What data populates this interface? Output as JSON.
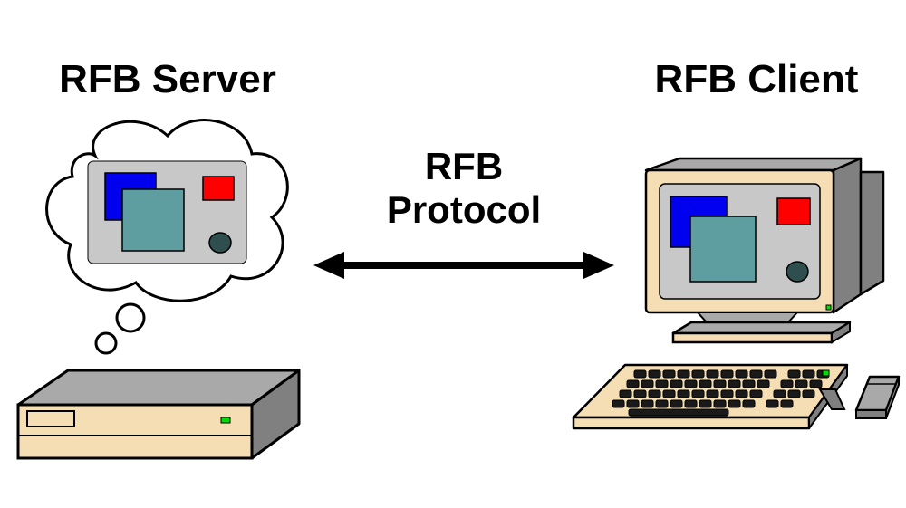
{
  "labels": {
    "server": "RFB Server",
    "client": "RFB Client",
    "protocol_line1": "RFB",
    "protocol_line2": "Protocol"
  },
  "colors": {
    "tan": "#f5deb3",
    "screen_gray": "#c8c8c8",
    "window_blue": "#0000ee",
    "window_teal": "#5f9ea0",
    "window_red": "#ff0000",
    "dark_circle": "#2f4f4f",
    "led_green": "#00dd00",
    "box_top_gray": "#a9a9a9",
    "box_side_gray": "#808080"
  },
  "icons": [
    "thought-cloud-icon",
    "server-box-icon",
    "monitor-icon",
    "keyboard-icon",
    "mouse-icon",
    "double-arrow-icon"
  ]
}
